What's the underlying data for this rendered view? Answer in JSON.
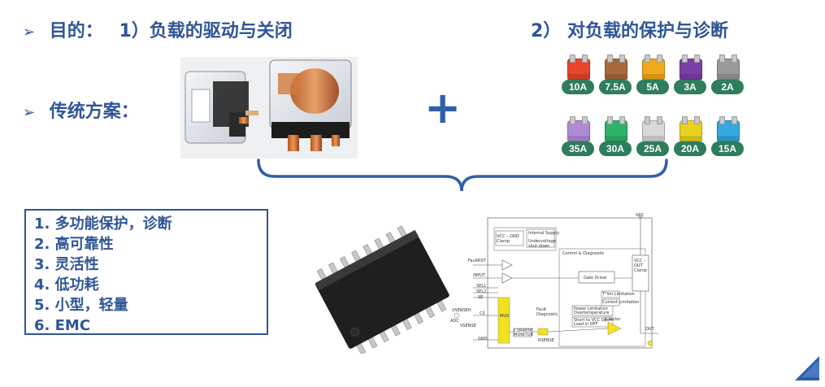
{
  "header": {
    "bullet": "➢",
    "goal_label": "目的：",
    "item1": "1）负载的驱动与关闭",
    "item2": "2） 对负载的保护与诊断",
    "traditional_label": "传统方案："
  },
  "plus_sign": "+",
  "fuses": {
    "row1": [
      {
        "label": "10A",
        "color": "#e8452c"
      },
      {
        "label": "7.5A",
        "color": "#a86a3c"
      },
      {
        "label": "5A",
        "color": "#f0a81c"
      },
      {
        "label": "3A",
        "color": "#7b3fa8"
      },
      {
        "label": "2A",
        "color": "#9a9a9a"
      }
    ],
    "row2": [
      {
        "label": "35A",
        "color": "#b08ad6"
      },
      {
        "label": "30A",
        "color": "#2db36a"
      },
      {
        "label": "25A",
        "color": "#d8d8d8"
      },
      {
        "label": "20A",
        "color": "#e9d21f"
      },
      {
        "label": "15A",
        "color": "#33a9e0"
      }
    ]
  },
  "features": [
    "1.  多功能保护，诊断",
    "2.  高可靠性",
    "3.  灵活性",
    "4.  低功耗",
    "5.  小型，轻量",
    "6.  EMC"
  ],
  "diagram_labels": {
    "vcc": "VCC",
    "clamp": "VCC – GND Clamp",
    "internal_supply": "Internal Supply",
    "undervoltage": "Undervoltage shut-down",
    "control": "Control & Diagnostic",
    "gate_driver": "Gate Driver",
    "faultrst": "FaultRST",
    "input": "INPUT",
    "sel1": "SEL1",
    "sel2": "SEL2",
    "se": "SE",
    "cs": "CS",
    "gnd": "GND",
    "mux": "MUX",
    "current_monitor": "CURRENT MONITOR",
    "fault_diag": "Fault Diagnostic",
    "k_factor": "K factor",
    "out": "OUT",
    "adc": "ADC",
    "vcc_out_clamp": "VCC – OUT Clamp",
    "t_limitation": "T°lim Limitation",
    "current_limitation": "Current Limitation",
    "power_limitation": "Power Limitation Overtemperature",
    "short_detect": "Short to VCC Open Load in OFF",
    "vsense_h": "VSENSEH",
    "vsense": "VSENSE",
    "rsense": "RSENSE"
  }
}
